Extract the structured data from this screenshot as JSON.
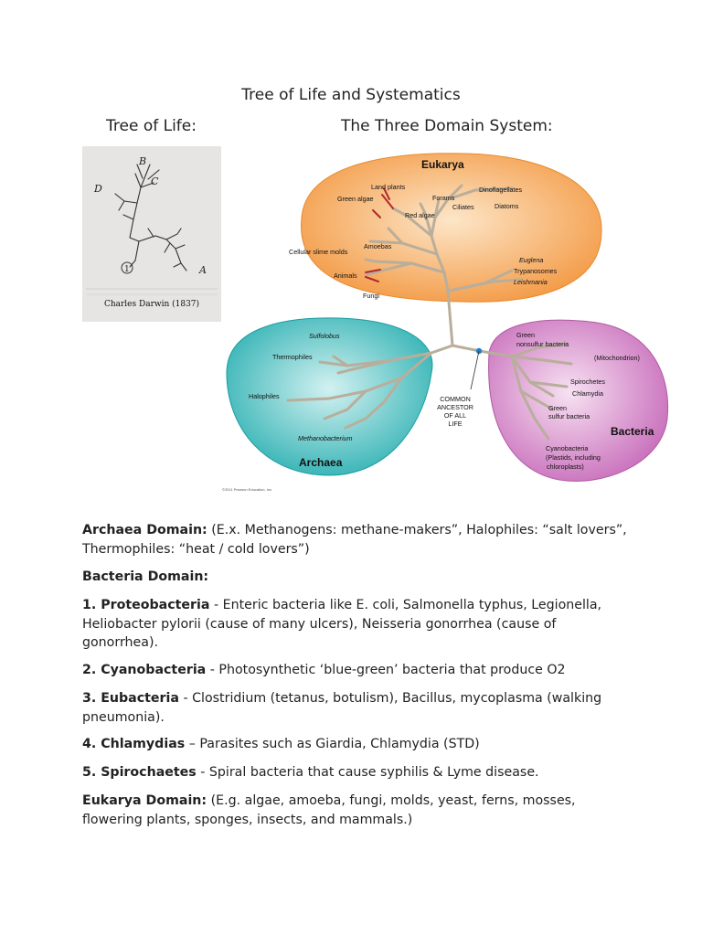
{
  "header": {
    "title": "Tree of Life and Systematics",
    "left_heading": "Tree of Life:",
    "right_heading": "The Three Domain System:"
  },
  "darwin_sketch": {
    "caption": "Charles Darwin (1837)",
    "labels": {
      "a": "A",
      "b": "B",
      "c": "C",
      "d": "D",
      "one": "1"
    },
    "bg_color": "#e6e5e3"
  },
  "diagram": {
    "eukarya": {
      "title": "Eukarya",
      "color": "#f6a95a",
      "labels": [
        "Land plants",
        "Green algae",
        "Red algae",
        "Forams",
        "Ciliates",
        "Dinoflagellates",
        "Diatoms",
        "Cellular slime molds",
        "Amoebas",
        "Animals",
        "Fungi",
        "Euglena",
        "Trypanosomes",
        "Leishmania"
      ]
    },
    "archaea": {
      "title": "Archaea",
      "color": "#3fb7b8",
      "labels": [
        "Sulfolobus",
        "Thermophiles",
        "Halophiles",
        "Methanobacterium"
      ]
    },
    "bacteria": {
      "title": "Bacteria",
      "color": "#d48ac9",
      "labels": [
        "Green",
        "nonsulfur bacteria",
        "(Mitochondrion)",
        "Spirochetes",
        "Chlamydia",
        "Green",
        "sulfur bacteria",
        "Cyanobacteria",
        "(Plastids, including",
        "chloroplasts)"
      ]
    },
    "ancestor": [
      "COMMON",
      "ANCESTOR",
      "OF ALL",
      "LIFE"
    ],
    "copyright": "©2011 Pearson Education, Inc."
  },
  "text": {
    "archaea": {
      "head": "Archaea Domain:",
      "body": " (E.x. Methanogens: methane-makers”, Halophiles: “salt lovers”, Thermophiles: “heat / cold lovers”)"
    },
    "bacteria_head": "Bacteria Domain:",
    "items": [
      {
        "head": "1. Proteobacteria",
        "body": " - Enteric bacteria like E. coli, Salmonella typhus, Legionella, Heliobacter pylorii (cause of many ulcers), Neisseria gonorrhea (cause of gonorrhea)."
      },
      {
        "head": "2. Cyanobacteria",
        "body": " - Photosynthetic ‘blue-green’ bacteria that produce O2"
      },
      {
        "head": "3. Eubacteria",
        "body": " - Clostridium (tetanus, botulism), Bacillus, mycoplasma (walking pneumonia)."
      },
      {
        "head": "4. Chlamydias",
        "body": " – Parasites such as Giardia, Chlamydia (STD)"
      },
      {
        "head": "5. Spirochaetes",
        "body": " - Spiral bacteria that cause syphilis & Lyme disease."
      }
    ],
    "eukarya": {
      "head": "Eukarya Domain:",
      "body": " (E.g. algae, amoeba, fungi, molds, yeast, ferns, mosses, flowering plants, sponges, insects, and mammals.)"
    }
  }
}
